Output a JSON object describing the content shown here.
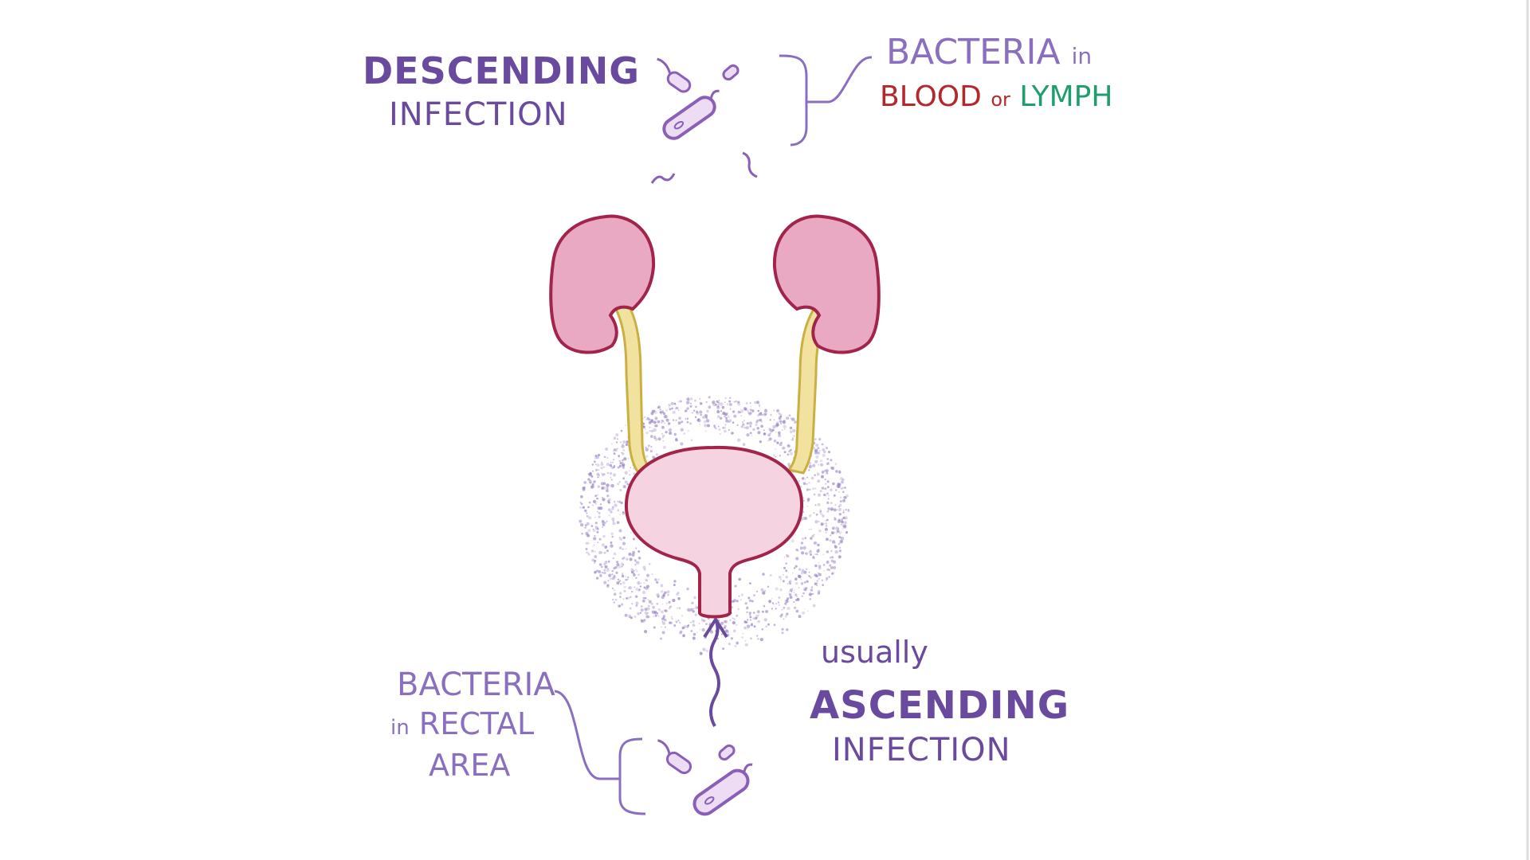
{
  "descending": {
    "line1": "Descending",
    "line2": "Infection",
    "source_line1_prefix": "Bacteria",
    "source_line1_suffix": "in",
    "source_blood": "Blood",
    "source_or": "or",
    "source_lymph": "Lymph"
  },
  "ascending": {
    "qualifier": "usually",
    "line1": "Ascending",
    "line2": "Infection",
    "source_line1": "Bacteria",
    "source_line2_prefix": "in",
    "source_line2": "Rectal",
    "source_line3": "Area"
  },
  "colors": {
    "text_purple": "#6a4a9e",
    "text_light_purple": "#8a6fc0",
    "blood_red": "#b3282d",
    "lymph_green": "#1e9e6a",
    "organ_fill": "#e9a9c3",
    "organ_outline": "#a3244a",
    "bladder_fill": "#f6d3e0",
    "ureter_fill": "#f2e2a0",
    "ureter_outline": "#c9b040",
    "bacteria_fill": "#eedcf5",
    "bacteria_outline": "#8a5fb8",
    "inflammation_dots": "#9c86c4"
  },
  "icons": [
    "bacterium-icon",
    "kidney-icon",
    "bladder-icon",
    "ureter-icon",
    "arrow-up-icon",
    "bracket-icon"
  ]
}
